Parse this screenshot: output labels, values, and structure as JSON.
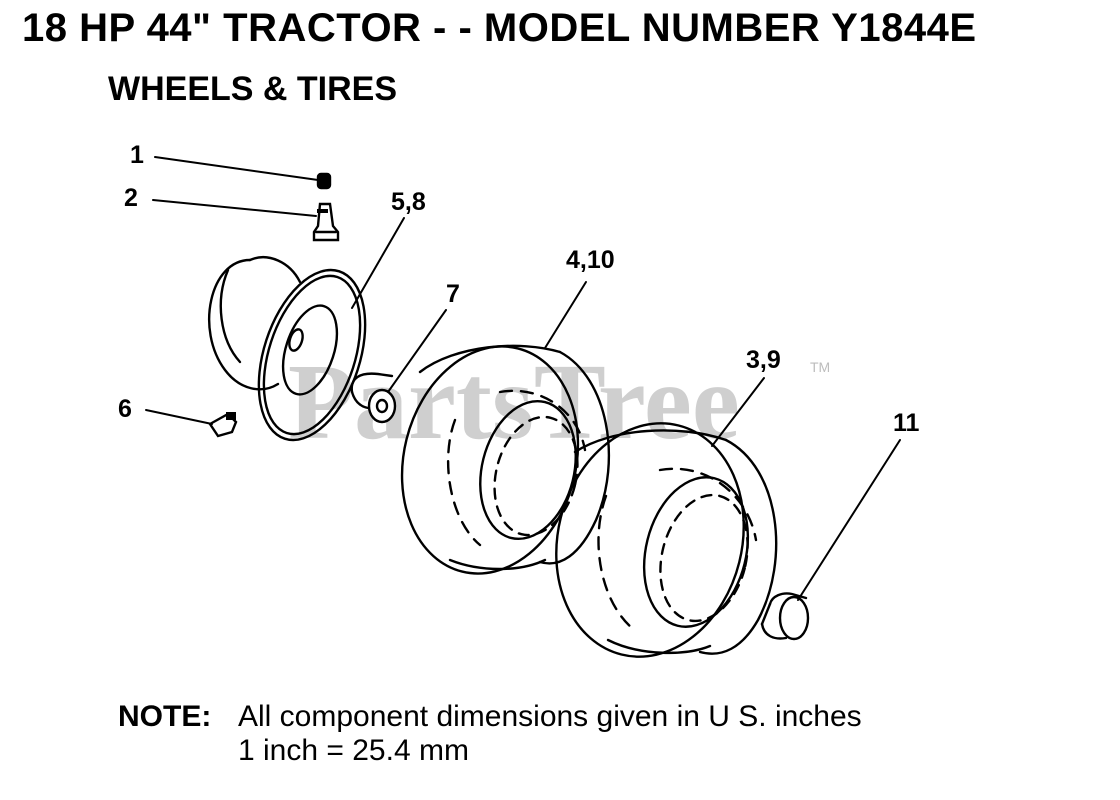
{
  "header": {
    "title": "18 HP 44\" TRACTOR - - MODEL NUMBER Y1844E",
    "subtitle": "WHEELS & TIRES"
  },
  "watermark": {
    "text": "PartsTree",
    "trademark": "TM"
  },
  "callouts": [
    {
      "id": "c1",
      "label": "1"
    },
    {
      "id": "c2",
      "label": "2"
    },
    {
      "id": "c3",
      "label": "5,8"
    },
    {
      "id": "c4",
      "label": "4,10"
    },
    {
      "id": "c5",
      "label": "7"
    },
    {
      "id": "c6",
      "label": "3,9"
    },
    {
      "id": "c7",
      "label": "6"
    },
    {
      "id": "c8",
      "label": "11"
    }
  ],
  "note": {
    "label": "NOTE:",
    "line1": "All component dimensions given in U S. inches",
    "line2": "1 inch = 25.4 mm"
  }
}
